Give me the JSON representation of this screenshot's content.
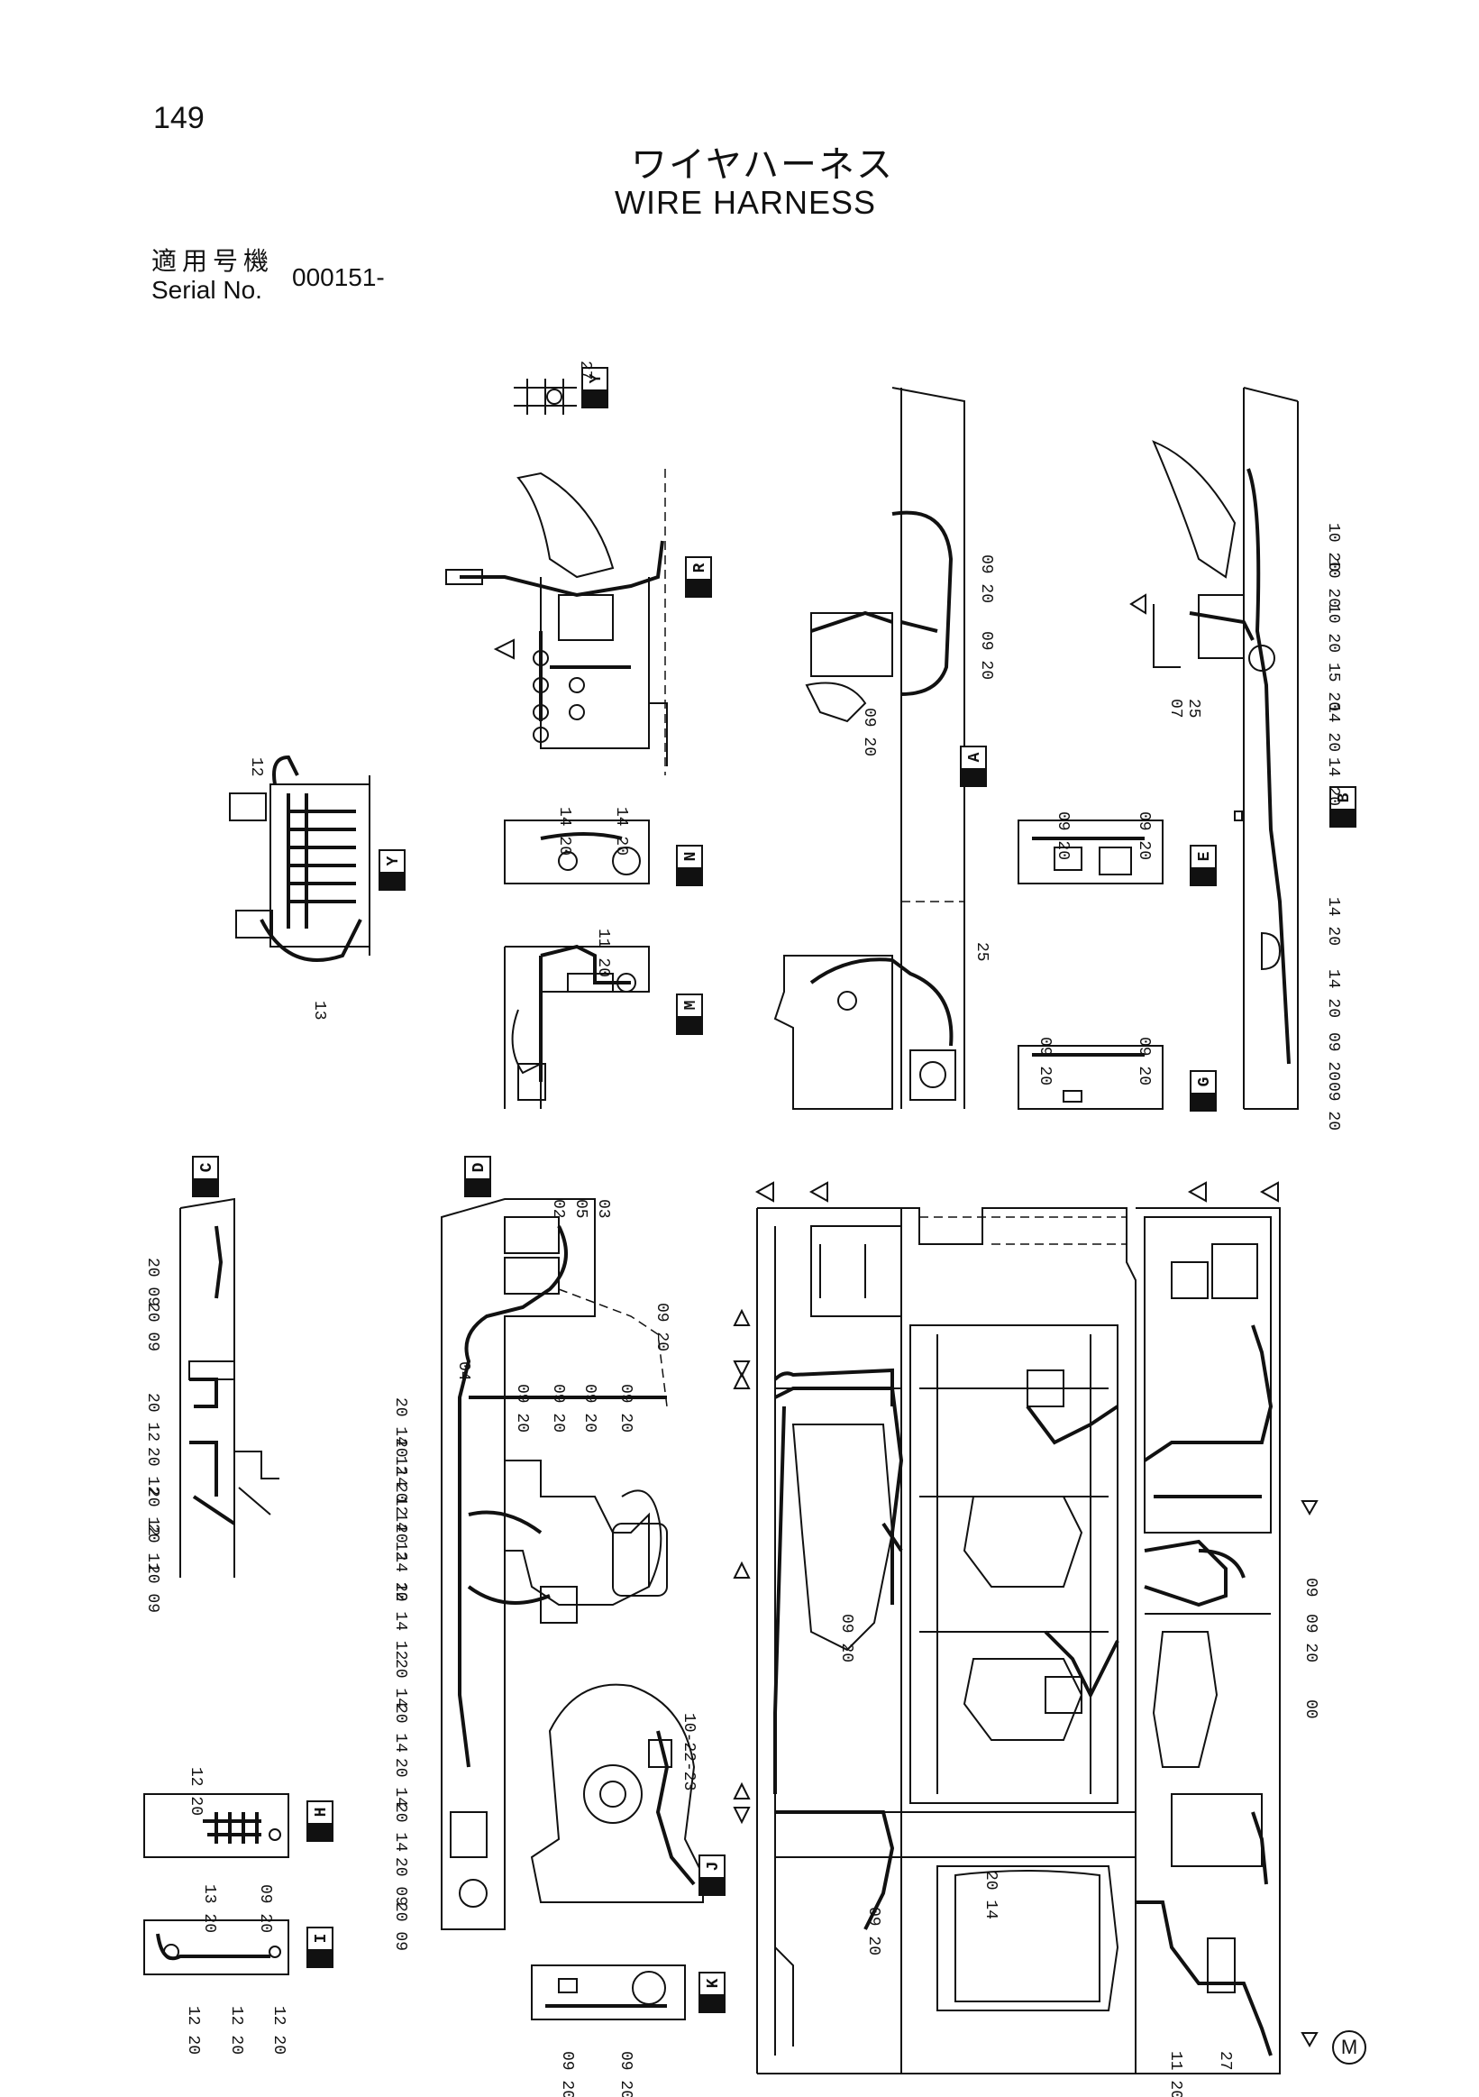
{
  "page_number": "149",
  "title_jp": "ワイヤハーネス",
  "title_en": "WIRE HARNESS",
  "serial_label_jp": "適用号機",
  "serial_label_en": "Serial No.",
  "serial_value": "000151-",
  "corner_mark": "M",
  "views": [
    {
      "id": "view-y-top",
      "letter": "Y"
    },
    {
      "id": "view-r",
      "letter": "R"
    },
    {
      "id": "view-a",
      "letter": "A"
    },
    {
      "id": "view-b",
      "letter": "B"
    },
    {
      "id": "view-y-left",
      "letter": "Y"
    },
    {
      "id": "view-n",
      "letter": "N"
    },
    {
      "id": "view-e",
      "letter": "E"
    },
    {
      "id": "view-m",
      "letter": "M"
    },
    {
      "id": "view-g",
      "letter": "G"
    },
    {
      "id": "view-c",
      "letter": "C"
    },
    {
      "id": "view-d",
      "letter": "D"
    },
    {
      "id": "view-h",
      "letter": "H"
    },
    {
      "id": "view-j",
      "letter": "J"
    },
    {
      "id": "view-i",
      "letter": "I"
    },
    {
      "id": "view-k",
      "letter": "K"
    }
  ],
  "callouts": [
    {
      "id": "c-27-top",
      "text": "27"
    },
    {
      "id": "c-12-y",
      "text": "12"
    },
    {
      "id": "c-13-y",
      "text": "13"
    },
    {
      "id": "c-1420-n1",
      "text": "14 20"
    },
    {
      "id": "c-1420-n2",
      "text": "14 20"
    },
    {
      "id": "c-1120-m",
      "text": "11 20"
    },
    {
      "id": "c-0920-a1",
      "text": "09 20"
    },
    {
      "id": "c-0920-a2",
      "text": "09 20"
    },
    {
      "id": "c-0920-a3",
      "text": "09 20"
    },
    {
      "id": "c-25-a",
      "text": "25"
    },
    {
      "id": "c-0920-e1",
      "text": "09 20"
    },
    {
      "id": "c-0920-e2",
      "text": "09 20"
    },
    {
      "id": "c-0920-g1",
      "text": "09 20"
    },
    {
      "id": "c-0920-g2",
      "text": "09 20"
    },
    {
      "id": "c-1020-b1",
      "text": "10 20"
    },
    {
      "id": "c-1020-b2",
      "text": "10 20"
    },
    {
      "id": "c-1020-b3",
      "text": "10 20"
    },
    {
      "id": "c-1520-b",
      "text": "15 20"
    },
    {
      "id": "c-1420-b1",
      "text": "14 20"
    },
    {
      "id": "c-1420-b2",
      "text": "14 20"
    },
    {
      "id": "c-1420-b3",
      "text": "14 20"
    },
    {
      "id": "c-1420-b4",
      "text": "14 20"
    },
    {
      "id": "c-0920-b1",
      "text": "09 20"
    },
    {
      "id": "c-0920-b2",
      "text": "09 20"
    },
    {
      "id": "c-07-b",
      "text": "07"
    },
    {
      "id": "c-25-b",
      "text": "25"
    },
    {
      "id": "c-2009-c1",
      "text": "20 09"
    },
    {
      "id": "c-2009-c2",
      "text": "20 09"
    },
    {
      "id": "c-2012-c1",
      "text": "20 12"
    },
    {
      "id": "c-2012-c2",
      "text": "20 12"
    },
    {
      "id": "c-2012-c3",
      "text": "20 12"
    },
    {
      "id": "c-2011-c",
      "text": "20 11"
    },
    {
      "id": "c-2009-c3",
      "text": "20 09"
    },
    {
      "id": "c-02-d",
      "text": "02"
    },
    {
      "id": "c-05-d",
      "text": "05"
    },
    {
      "id": "c-03-d",
      "text": "03"
    },
    {
      "id": "c-04-d",
      "text": "04"
    },
    {
      "id": "c-0920-d1",
      "text": "09 20"
    },
    {
      "id": "c-0920-d2",
      "text": "09 20"
    },
    {
      "id": "c-0920-d3",
      "text": "09 20"
    },
    {
      "id": "c-0920-d4",
      "text": "09 20"
    },
    {
      "id": "c-0920-d5",
      "text": "09 20"
    },
    {
      "id": "c-201412-d1",
      "text": "20 14 12"
    },
    {
      "id": "c-201412-d2",
      "text": "20 14 12"
    },
    {
      "id": "c-201412-d3",
      "text": "20 14 12"
    },
    {
      "id": "c-201412-d4",
      "text": "20 14 12"
    },
    {
      "id": "c-201412-d5",
      "text": "20 14 12"
    },
    {
      "id": "c-2014-d1",
      "text": "20 14"
    },
    {
      "id": "c-2014-d2",
      "text": "20 14"
    },
    {
      "id": "c-2014-d3",
      "text": "20 14"
    },
    {
      "id": "c-2014-d4",
      "text": "20 14"
    },
    {
      "id": "c-2009-d1",
      "text": "20 09"
    },
    {
      "id": "c-2009-d2",
      "text": "20 09"
    },
    {
      "id": "c-102223-j",
      "text": "10-22-23"
    },
    {
      "id": "c-1220-h",
      "text": "12 20"
    },
    {
      "id": "c-1320-h",
      "text": "13 20"
    },
    {
      "id": "c-0920-h",
      "text": "09 20"
    },
    {
      "id": "c-1220-i1",
      "text": "12 20"
    },
    {
      "id": "c-1220-i2",
      "text": "12 20"
    },
    {
      "id": "c-1220-i3",
      "text": "12 20"
    },
    {
      "id": "c-0920-k1",
      "text": "09 20"
    },
    {
      "id": "c-0920-k2",
      "text": "09 20"
    },
    {
      "id": "c-0920-main1",
      "text": "09 20"
    },
    {
      "id": "c-0920-main2",
      "text": "09 20"
    },
    {
      "id": "c-2014-main",
      "text": "20 14"
    },
    {
      "id": "c-0920-r1",
      "text": "09"
    },
    {
      "id": "c-0920-r2",
      "text": "09 20"
    },
    {
      "id": "c-00-r",
      "text": "00"
    },
    {
      "id": "c-1120-r",
      "text": "11 20"
    },
    {
      "id": "c-27-r",
      "text": "27"
    }
  ]
}
